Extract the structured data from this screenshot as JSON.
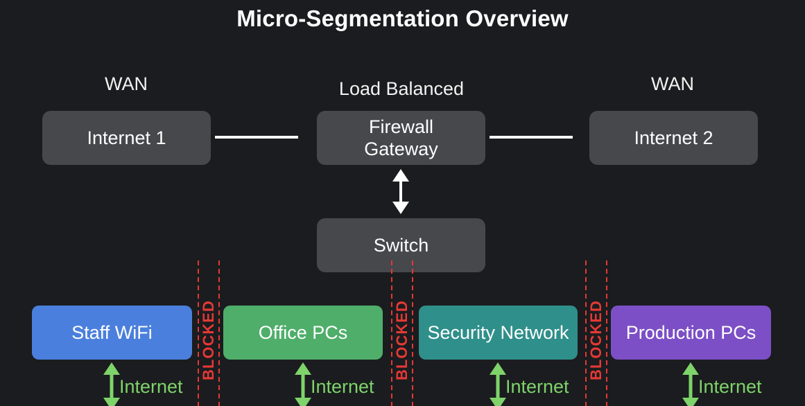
{
  "title": "Micro-Segmentation Overview",
  "wan_left_label": "WAN",
  "wan_right_label": "WAN",
  "lb_label": "Load Balanced",
  "nodes": {
    "internet1": "Internet 1",
    "firewall_line1": "Firewall",
    "firewall_line2": "Gateway",
    "internet2": "Internet 2",
    "switch": "Switch"
  },
  "segments": [
    {
      "label": "Staff WiFi",
      "color": "#4a7fdd"
    },
    {
      "label": "Office PCs",
      "color": "#4fae6a"
    },
    {
      "label": "Security Network",
      "color": "#2f8f8a"
    },
    {
      "label": "Production PCs",
      "color": "#7c4fc6"
    }
  ],
  "blocked_label": "BLOCKED",
  "internet_label": "Internet",
  "colors": {
    "background": "#1b1c1f",
    "node": "#47484c",
    "blocked": "#e53935",
    "internet_arrow": "#7ed36a"
  }
}
